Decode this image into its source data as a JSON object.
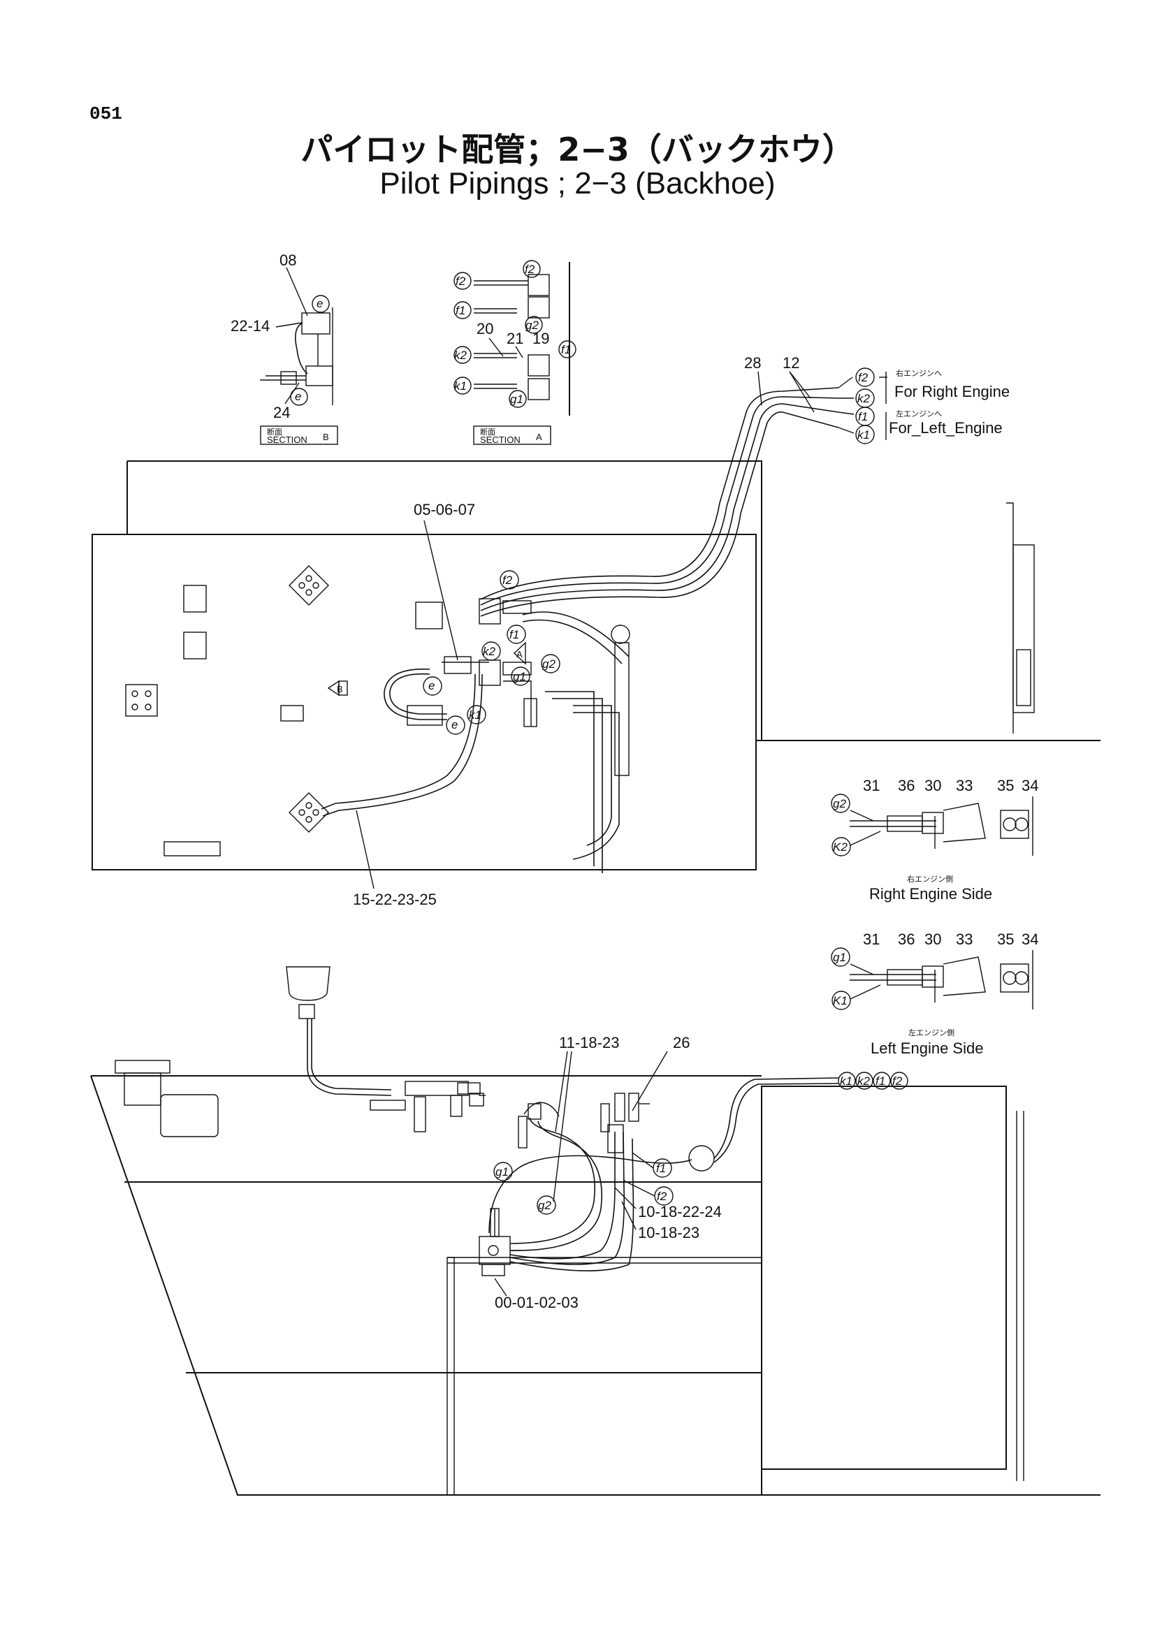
{
  "page_number": "051",
  "title_jp": "パイロット配管；2−3（バックホウ）",
  "title_en": "Pilot Pipings ; 2−3 (Backhoe)",
  "sections": {
    "b": {
      "jp": "断面",
      "label": "SECTION",
      "letter": "B"
    },
    "a": {
      "jp": "断面",
      "label": "SECTION",
      "letter": "A"
    }
  },
  "part_numbers": {
    "p08": "08",
    "p22_14": "22-14",
    "p24": "24",
    "p20": "20",
    "p21": "21",
    "p19": "19",
    "p28": "28",
    "p12": "12",
    "p05_06_07": "05-06-07",
    "p15_22_23_25": "15-22-23-25",
    "p11_18_23": "11-18-23",
    "p26": "26",
    "p10_18_22_24": "10-18-22-24",
    "p10_18_23": "10-18-23",
    "p00_01_02_03": "00-01-02-03",
    "detail_nums": [
      "31",
      "36",
      "30",
      "33",
      "35",
      "34"
    ]
  },
  "ports": {
    "e": "e",
    "f1": "f1",
    "f2": "f2",
    "g1": "g1",
    "g2": "g2",
    "k1": "k1",
    "k2": "k2",
    "K1": "K1",
    "K2": "K2"
  },
  "engine": {
    "right_jp": "右エンジンへ",
    "right": "For Right Engine",
    "left_jp": "左エンジンへ",
    "left": "For_Left_Engine",
    "right_side_jp": "右エンジン側",
    "right_side": "Right Engine Side",
    "left_side_jp": "左エンジン側",
    "left_side": "Left Engine Side"
  },
  "markers": {
    "a": "A",
    "b": "B"
  }
}
